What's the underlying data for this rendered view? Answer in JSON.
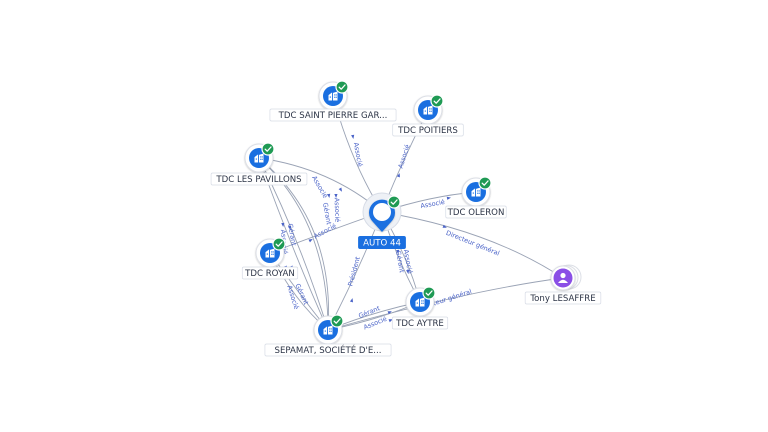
{
  "nodes": [
    {
      "id": "auto44",
      "label": "AUTO 44",
      "kind": "focus",
      "verified": true,
      "icon": "building-icon"
    },
    {
      "id": "tdc_saint_pierre",
      "label": "TDC SAINT PIERRE GAR...",
      "kind": "company",
      "verified": true,
      "icon": "building-icon"
    },
    {
      "id": "tdc_poitiers",
      "label": "TDC POITIERS",
      "kind": "company",
      "verified": true,
      "icon": "building-icon"
    },
    {
      "id": "tdc_les_pavillons",
      "label": "TDC LES PAVILLONS",
      "kind": "company",
      "verified": true,
      "icon": "building-icon"
    },
    {
      "id": "tdc_oleron",
      "label": "TDC OLERON",
      "kind": "company",
      "verified": true,
      "icon": "building-icon"
    },
    {
      "id": "tdc_royan",
      "label": "TDC ROYAN",
      "kind": "company",
      "verified": true,
      "icon": "building-icon"
    },
    {
      "id": "tdc_aytre",
      "label": "TDC AYTRE",
      "kind": "company",
      "verified": true,
      "icon": "building-icon"
    },
    {
      "id": "sepamat",
      "label": "SEPAMAT, SOCIÉTÉ D'E...",
      "kind": "company",
      "verified": true,
      "icon": "building-icon"
    },
    {
      "id": "tony",
      "label": "Tony LESAFFRE",
      "kind": "person",
      "verified": false,
      "icon": "person-icon"
    }
  ],
  "edges": [
    {
      "from": "tdc_saint_pierre",
      "to": "auto44",
      "label": "Associé"
    },
    {
      "from": "tdc_poitiers",
      "to": "auto44",
      "label": "Associé"
    },
    {
      "from": "tdc_les_pavillons",
      "to": "auto44",
      "label": "Associé"
    },
    {
      "from": "tdc_oleron",
      "to": "auto44",
      "label": "Associé"
    },
    {
      "from": "tdc_royan",
      "to": "auto44",
      "label": "Associé"
    },
    {
      "from": "tdc_aytre",
      "to": "auto44",
      "label": "Gérant"
    },
    {
      "from": "tdc_aytre",
      "to": "auto44",
      "label": "Associé"
    },
    {
      "from": "sepamat",
      "to": "auto44",
      "label": "Président"
    },
    {
      "from": "sepamat",
      "to": "tdc_les_pavillons",
      "label": "Gérant"
    },
    {
      "from": "sepamat",
      "to": "tdc_les_pavillons",
      "label": "Associé"
    },
    {
      "from": "sepamat",
      "to": "tdc_royan",
      "label": "Gérant"
    },
    {
      "from": "sepamat",
      "to": "tdc_royan",
      "label": "Associé"
    },
    {
      "from": "sepamat",
      "to": "tdc_les_pavillons",
      "label": "Gérant"
    },
    {
      "from": "sepamat",
      "to": "tdc_les_pavillons",
      "label": "Associé"
    },
    {
      "from": "sepamat",
      "to": "tdc_aytre",
      "label": "Gérant"
    },
    {
      "from": "sepamat",
      "to": "tdc_aytre",
      "label": "Associé"
    },
    {
      "from": "tony",
      "to": "auto44",
      "label": "Directeur général"
    },
    {
      "from": "tony",
      "to": "sepamat",
      "label": "Directeur général"
    }
  ],
  "colors": {
    "accent": "#1a6fe0",
    "verified": "#1f9a54",
    "person": "#8a4fe6",
    "edge_label": "#4a63c8"
  }
}
